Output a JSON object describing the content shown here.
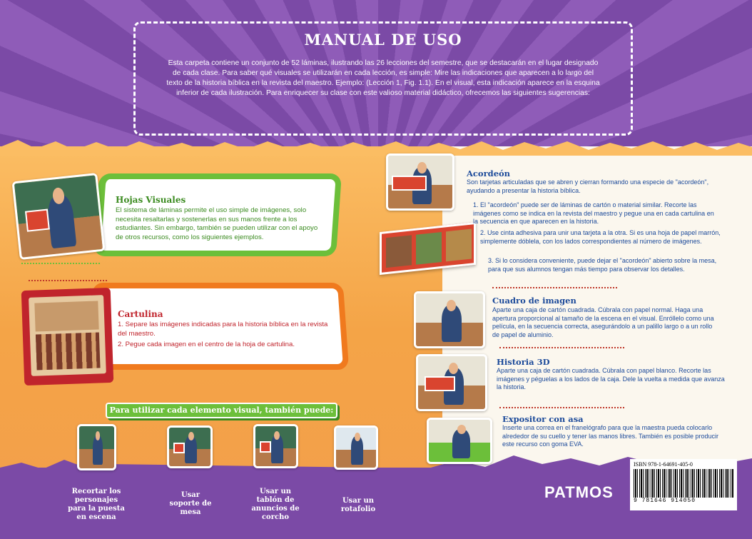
{
  "header": {
    "title": "MANUAL DE USO",
    "body": "Esta carpeta contiene un conjunto de 52 láminas, ilustrando las 26 lecciones del semestre, que se destacarán en el lugar designado de cada clase. Para saber qué visuales se utilizarán en cada lección, es simple: Mire las indicaciones que aparecen a lo largo del texto de la historia bíblica en la revista del maestro. Ejemplo: (Lección 1, Fig. 1.1). En el visual, esta indicación aparece en la esquina inferior de cada ilustración. Para enriquecer su clase con este valioso material didáctico, ofrecemos las siguientes sugerencias:"
  },
  "hojas": {
    "title": "Hojas Visuales",
    "text": "El sistema de láminas permite el uso simple de imágenes, solo necesita resaltarlas y sostenerlas en sus manos frente a los estudiantes. Sin embargo, también se pueden utilizar con el apoyo de otros recursos, como los siguientes ejemplos."
  },
  "cartulina": {
    "title": "Cartulina",
    "step1": "1. Separe las imágenes indicadas para la historia bíblica en la revista del maestro.",
    "step2": "2. Pegue cada imagen en el centro de la hoja de cartulina."
  },
  "banner": "Para utilizar cada elemento visual, también puede:",
  "thumbs": [
    "Recortar los personajes para la puesta en escena",
    "Usar soporte de mesa",
    "Usar un tablón de anuncios de corcho",
    "Usar un rotafolio"
  ],
  "acordeon": {
    "title": "Acordeón",
    "intro": "Son tarjetas articuladas que se abren y cierran formando una especie de \"acordeón\", ayudando a presentar la historia bíblica.",
    "step1": "1. El \"acordeón\" puede ser de láminas de cartón o material similar. Recorte las imágenes como se indica en la revista del maestro y pegue una en cada cartulina en la secuencia en que aparecen en la historia.",
    "step2": "2. Use cinta adhesiva para unir una tarjeta a la otra. Si es una hoja de papel marrón, simplemente dóblela, con los lados correspondientes al número de imágenes.",
    "step3": "3. Si lo considera conveniente, puede dejar el \"acordeón\" abierto sobre la mesa, para que sus alumnos tengan más tiempo para observar los detalles."
  },
  "cuadro": {
    "title": "Cuadro de imagen",
    "text": "Aparte una caja de cartón cuadrada. Cúbrala con papel normal. Haga una apertura proporcional al tamaño de la escena en el visual. Enróllelo como una película, en la secuencia correcta, asegurándolo a un palillo largo o a un rollo de papel de aluminio."
  },
  "historia": {
    "title": "Historia 3D",
    "text": "Aparte una caja de cartón cuadrada. Cúbrala con papel blanco. Recorte las imágenes y péguelas a los lados de la caja. Dele la vuelta a medida que avanza la historia."
  },
  "expositor": {
    "title": "Expositor con asa",
    "text": "Inserte una correa en el franelógrafo para que la maestra pueda colocarlo alrededor de su cuello y tener las manos libres. También es posible producir este recurso con goma EVA."
  },
  "logo": "PATMOS",
  "isbn": "ISBN 978-1-64691-405-0",
  "barcode_digits": "9 781646 914050",
  "colors": {
    "purple": "#7b4aa6",
    "green": "#6cbf3a",
    "orange": "#f07a1e",
    "blue_text": "#1c4a9a"
  }
}
